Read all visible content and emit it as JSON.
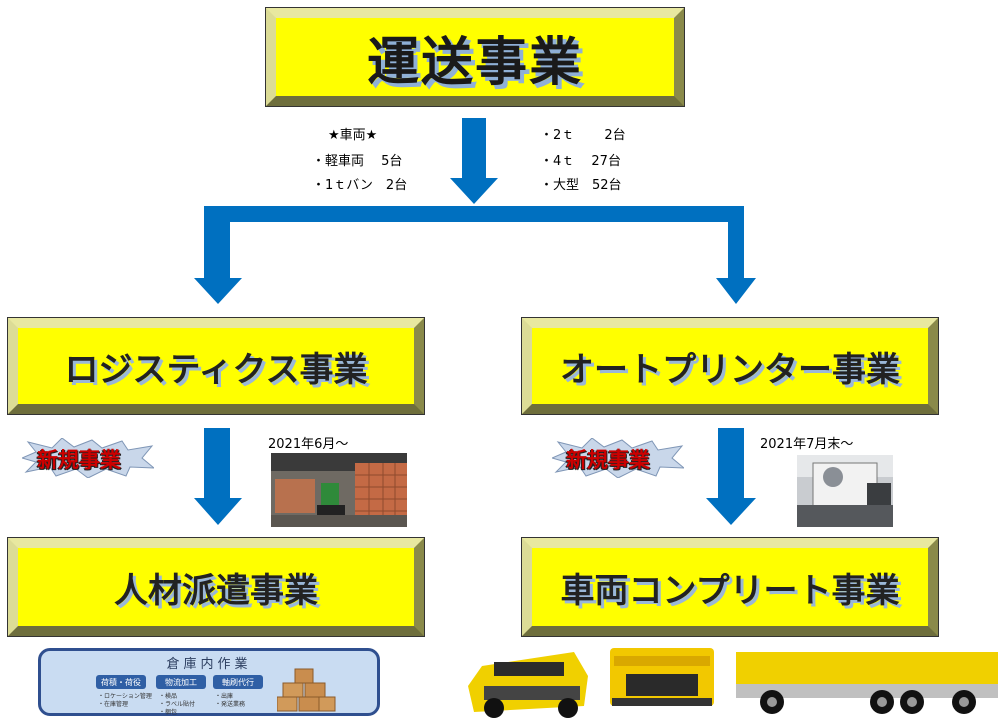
{
  "title": "運送事業",
  "vehicles_left": [
    "★車両★",
    "・軽車両　 5台",
    "・1ｔバン　2台"
  ],
  "vehicles_right": [
    "・2ｔ　 　2台",
    "・4ｔ　 27台",
    "・大型　52台"
  ],
  "logistics": "ロジスティクス事業",
  "auto_printer": "オートプリンター事業",
  "staffing": "人材派遣事業",
  "vehicle_complete": "車両コンプリート事業",
  "new_business_label": "新規事業",
  "logistics_date": "2021年6月～",
  "printer_date": "2021年7月末～",
  "warehouse": {
    "title": "倉庫内作業",
    "pills": [
      "荷積・荷役",
      "物流加工",
      "軸刷代行"
    ],
    "col1": "・ロケーション管理\n・在庫管理",
    "col2": "・検品\n・ラベル貼付\n・梱包",
    "col3": "・出庫\n・発送業務"
  },
  "colors": {
    "box": "#ffff00",
    "arrow": "#0070c0",
    "burst_text": "#cc0000"
  }
}
